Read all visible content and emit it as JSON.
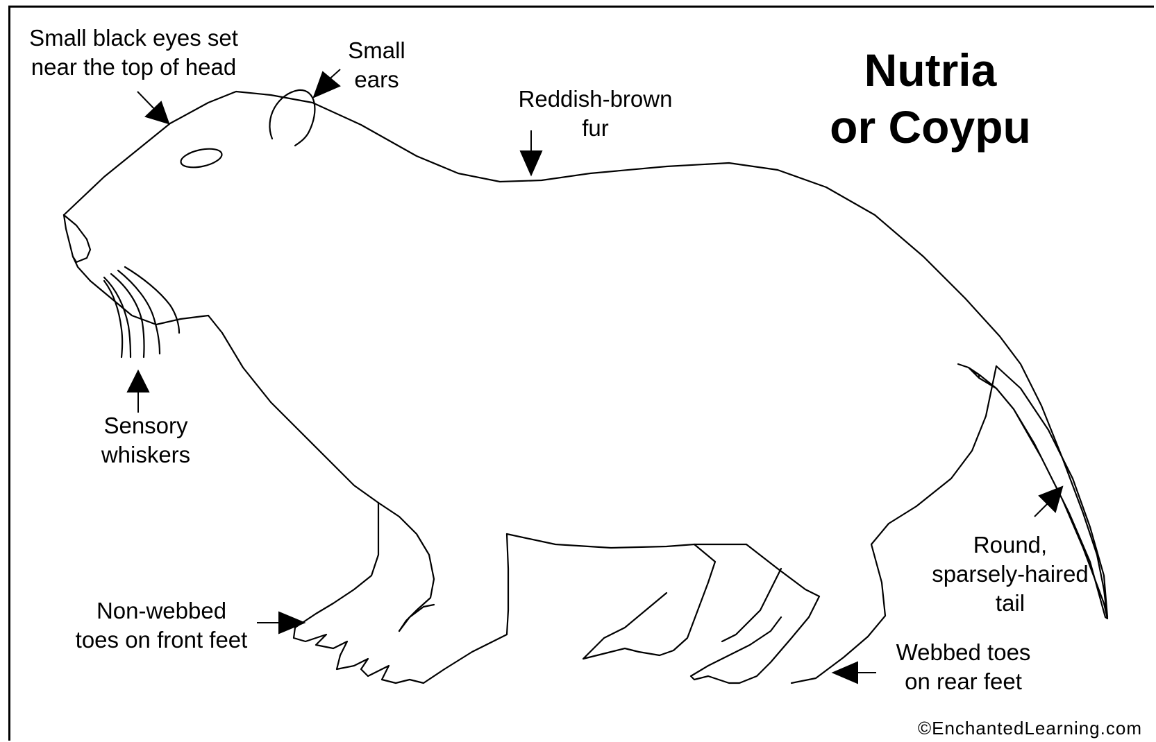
{
  "title": {
    "line1": "Nutria",
    "line2": "or Coypu"
  },
  "labels": {
    "eyes": {
      "line1": "Small black eyes set",
      "line2": "near the top of head"
    },
    "ears": {
      "line1": "Small",
      "line2": "ears"
    },
    "fur": {
      "line1": "Reddish-brown",
      "line2": "fur"
    },
    "whiskers": {
      "line1": "Sensory",
      "line2": "whiskers"
    },
    "front_feet": {
      "line1": "Non-webbed",
      "line2": "toes on front feet"
    },
    "tail": {
      "line1": "Round,",
      "line2": "sparsely-haired",
      "line3": "tail"
    },
    "rear_feet": {
      "line1": "Webbed toes",
      "line2": "on rear feet"
    }
  },
  "copyright": "©EnchantedLearning.com",
  "colors": {
    "line": "#000000",
    "background": "#ffffff"
  }
}
